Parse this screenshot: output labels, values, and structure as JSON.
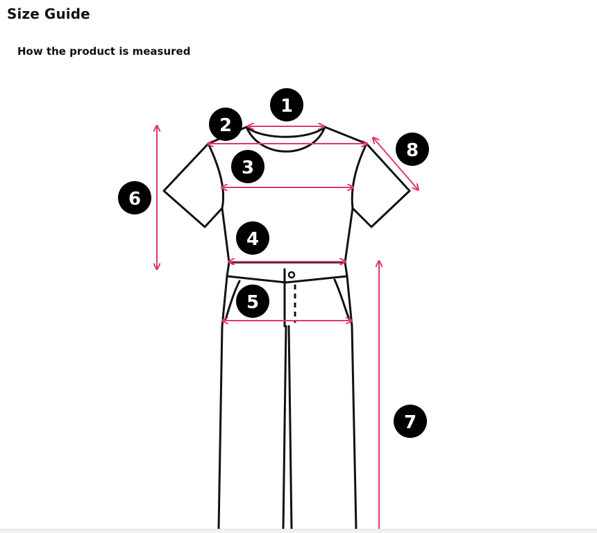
{
  "header": {
    "title": "Size Guide",
    "subtitle": "How the product is measured"
  },
  "colors": {
    "measure_line": "#e03a62",
    "outline": "#111111",
    "badge": "#000000"
  },
  "markers": [
    "1",
    "2",
    "3",
    "4",
    "5",
    "6",
    "7",
    "8"
  ]
}
